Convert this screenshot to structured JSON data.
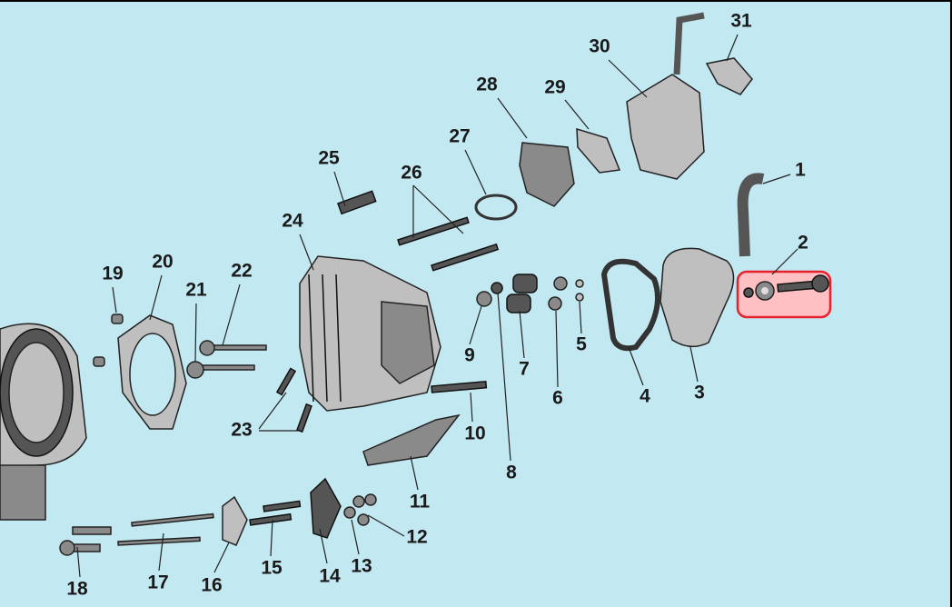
{
  "diagram": {
    "title": "Cylinder head / carburetor exploded view",
    "highlight_color": "#e8222c",
    "background_color": "#c2e8f1",
    "highlighted_part": "2",
    "part_labels": [
      "1",
      "2",
      "3",
      "4",
      "5",
      "6",
      "7",
      "8",
      "9",
      "10",
      "11",
      "12",
      "13",
      "14",
      "15",
      "16",
      "17",
      "18",
      "19",
      "20",
      "21",
      "22",
      "23",
      "24",
      "25",
      "26",
      "27",
      "28",
      "29",
      "30",
      "31"
    ]
  }
}
